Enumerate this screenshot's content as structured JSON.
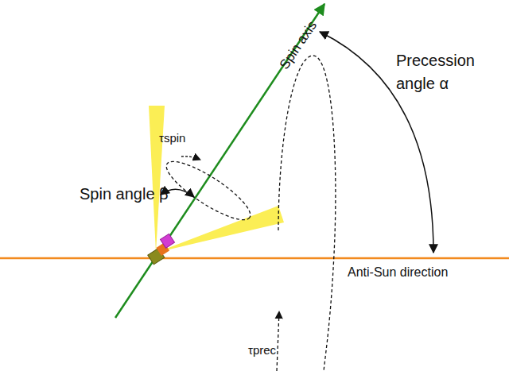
{
  "diagram": {
    "labels": [
      "Spin axis",
      "Precession angle α",
      "τspin",
      "Spin angle β",
      "Anti-Sun direction",
      "τprec"
    ]
  }
}
